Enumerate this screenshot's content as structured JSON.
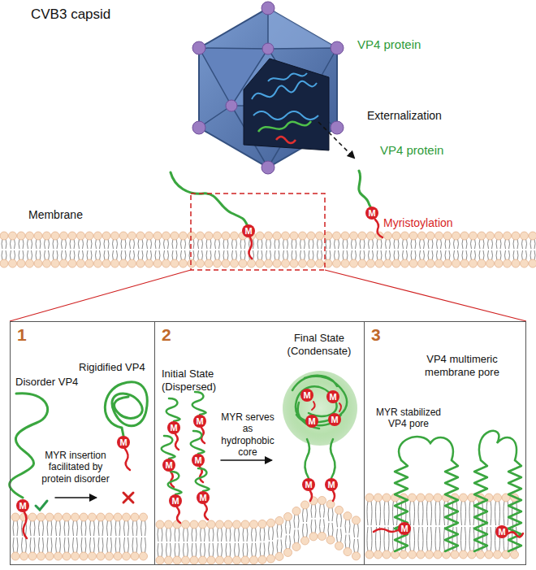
{
  "diagram": {
    "nodes": [
      {
        "text": [
          "1",
          "Disorder VP4",
          "Rigidified VP4",
          "MYR insertion facilitated by protein disorder"
        ]
      },
      {
        "text": [
          "2",
          "Initial State (Dispersed)",
          "Final State (Condensate)",
          "MYR serves as hydrophobic core"
        ]
      },
      {
        "text": [
          "3",
          "VP4 multimeric membrane pore",
          "MYR stabilized VP4 pore"
        ]
      }
    ],
    "labels": [
      "CVB3 capsid",
      "VP4 protein",
      "Externalization",
      "VP4 protein",
      "Myristoylation",
      "Membrane",
      "M",
      "M",
      "M",
      "M",
      "M",
      "M",
      "M",
      "M",
      "M",
      "M",
      "M",
      "M",
      "M",
      "M",
      "M",
      "M",
      "M",
      "M"
    ]
  }
}
